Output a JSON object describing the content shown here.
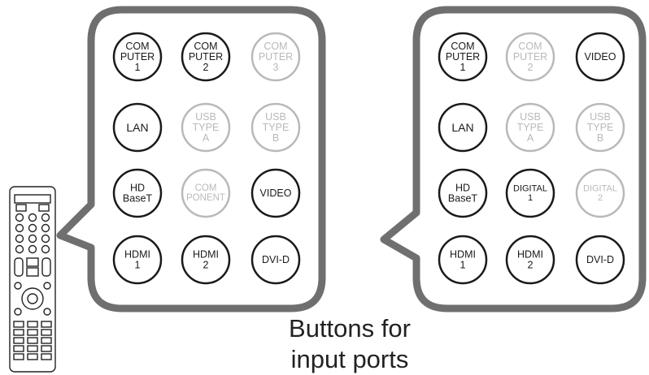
{
  "caption": {
    "line1": "Buttons for",
    "line2": "input ports"
  },
  "colors": {
    "panel_border": "#6f6f6f",
    "active": "#1a1a1a",
    "inactive": "#b9b9b9"
  },
  "panels": [
    {
      "id": "left",
      "buttons": [
        {
          "lines": [
            "COM",
            "PUTER",
            "1"
          ],
          "active": true
        },
        {
          "lines": [
            "COM",
            "PUTER",
            "2"
          ],
          "active": true
        },
        {
          "lines": [
            "COM",
            "PUTER",
            "3"
          ],
          "active": false
        },
        {
          "lines": [
            "LAN"
          ],
          "active": true
        },
        {
          "lines": [
            "USB",
            "TYPE",
            "A"
          ],
          "active": false
        },
        {
          "lines": [
            "USB",
            "TYPE",
            "B"
          ],
          "active": false
        },
        {
          "lines": [
            "HD",
            "BaseT"
          ],
          "active": true
        },
        {
          "lines": [
            "COM",
            "PONENT"
          ],
          "active": false
        },
        {
          "lines": [
            "VIDEO"
          ],
          "active": true
        },
        {
          "lines": [
            "HDMI",
            "1"
          ],
          "active": true
        },
        {
          "lines": [
            "HDMI",
            "2"
          ],
          "active": true
        },
        {
          "lines": [
            "DVI-D"
          ],
          "active": true
        }
      ]
    },
    {
      "id": "right",
      "buttons": [
        {
          "lines": [
            "COM",
            "PUTER",
            "1"
          ],
          "active": true
        },
        {
          "lines": [
            "COM",
            "PUTER",
            "2"
          ],
          "active": false
        },
        {
          "lines": [
            "VIDEO"
          ],
          "active": true
        },
        {
          "lines": [
            "LAN"
          ],
          "active": true
        },
        {
          "lines": [
            "USB",
            "TYPE",
            "A"
          ],
          "active": false
        },
        {
          "lines": [
            "USB",
            "TYPE",
            "B"
          ],
          "active": false
        },
        {
          "lines": [
            "HD",
            "BaseT"
          ],
          "active": true
        },
        {
          "lines": [
            "DIGITAL",
            "1"
          ],
          "active": true
        },
        {
          "lines": [
            "DIGITAL",
            "2"
          ],
          "active": false
        },
        {
          "lines": [
            "HDMI",
            "1"
          ],
          "active": true
        },
        {
          "lines": [
            "HDMI",
            "2"
          ],
          "active": true
        },
        {
          "lines": [
            "DVI-D"
          ],
          "active": true
        }
      ]
    }
  ]
}
